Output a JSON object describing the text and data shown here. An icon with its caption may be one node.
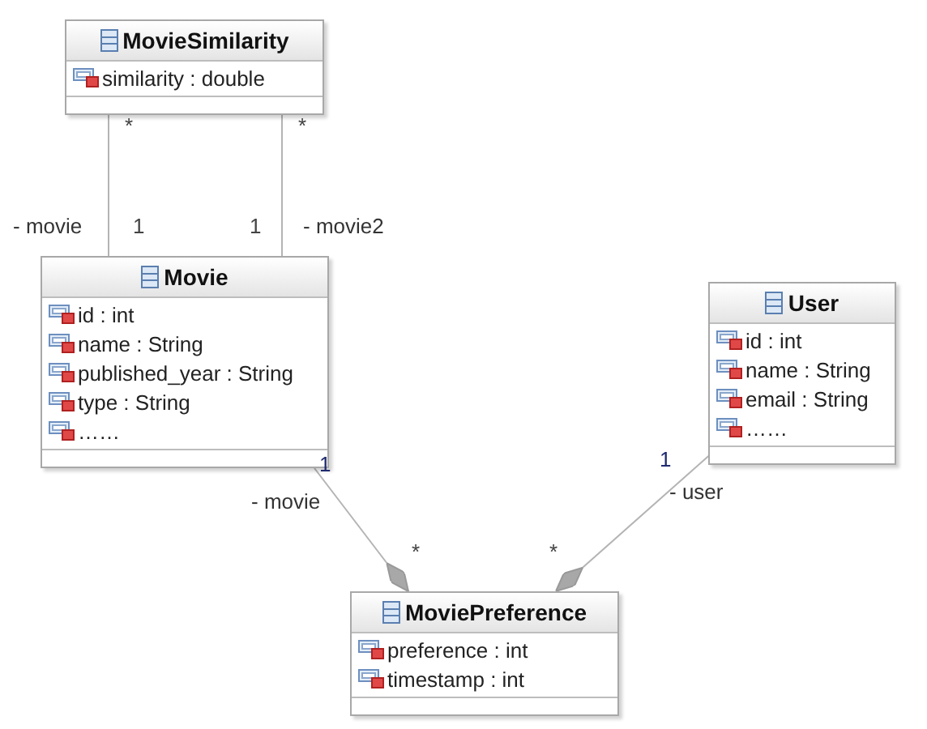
{
  "diagram": {
    "nodes": [
      {
        "text": [
          "MovieSimilarity",
          "similarity : double"
        ]
      },
      {
        "text": [
          "Movie",
          "id : int",
          "name : String",
          "published_year : String",
          "type : String",
          "……"
        ]
      },
      {
        "text": [
          "User",
          "id : int",
          "name : String",
          "email : String",
          "……"
        ]
      },
      {
        "text": [
          "MoviePreference",
          "preference : int",
          "timestamp : int"
        ]
      }
    ],
    "edges": [
      {
        "from": 0,
        "to": 1,
        "arrow": "none",
        "label": "- movie"
      },
      {
        "from": 0,
        "to": 1,
        "arrow": "none",
        "label": "- movie2"
      },
      {
        "from": 1,
        "to": 3,
        "arrow": "other",
        "label": "- movie"
      },
      {
        "from": 2,
        "to": 3,
        "arrow": "other",
        "label": "- user"
      }
    ],
    "labels": [
      "*",
      "*",
      "1",
      "1",
      "1",
      "1",
      "*",
      "*"
    ]
  }
}
